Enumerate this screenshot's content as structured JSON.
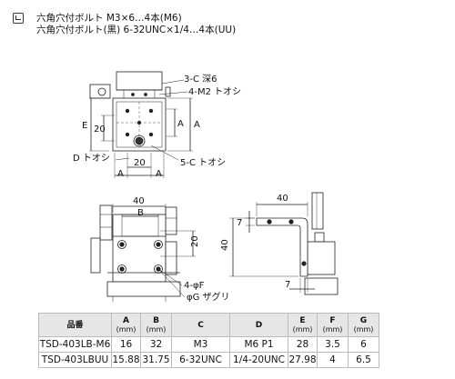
{
  "notes": {
    "line1": "六角穴付ボルト M3×6…4本(M6)",
    "line2": "六角穴付ボルト(黒) 6-32UNC×1/4…4本(UU)"
  },
  "labels": {
    "c_3": "3-C 深6",
    "m2": "4-M2 トオシ",
    "e": "E",
    "a_right": "A",
    "a_inner": "A",
    "twenty_left": "20",
    "twenty_bottom": "20",
    "d_tooshi": "D トオシ",
    "c_5": "5-C トオシ",
    "a_bot_left": "A",
    "a_bot_right": "A",
    "forty_front": "40",
    "b_front": "B",
    "twenty_front": "20",
    "f_hole": "4-φF",
    "g_counter": "φG ザグリ",
    "forty_side_top": "40",
    "seven_side": "7",
    "forty_side_left": "40",
    "seven_side_bottom": "7"
  },
  "table": {
    "headers": [
      {
        "name": "品番",
        "unit": ""
      },
      {
        "name": "A",
        "unit": "(mm)"
      },
      {
        "name": "B",
        "unit": "(mm)"
      },
      {
        "name": "C",
        "unit": ""
      },
      {
        "name": "D",
        "unit": ""
      },
      {
        "name": "E",
        "unit": "(mm)"
      },
      {
        "name": "F",
        "unit": "(mm)"
      },
      {
        "name": "G",
        "unit": "(mm)"
      }
    ],
    "rows": [
      [
        "TSD-403LB-M6",
        "16",
        "32",
        "M3",
        "M6 P1",
        "28",
        "3.5",
        "6"
      ],
      [
        "TSD-403LBUU",
        "15.88",
        "31.75",
        "6-32UNC",
        "1/4-20UNC",
        "27.98",
        "4",
        "6.5"
      ]
    ]
  }
}
